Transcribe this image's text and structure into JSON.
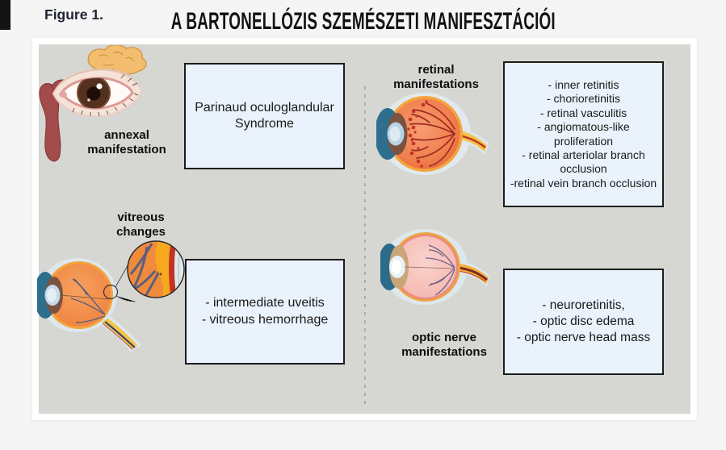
{
  "figure_label": "Figure 1.",
  "title": "A BARTONELLÓZIS SZEMÉSZETI MANIFESZTÁCIÓI",
  "colors": {
    "page_bg": "#f5f5f6",
    "card_bg": "#ffffff",
    "panel_bg": "#d6d6d3",
    "box_bg": "#eaf2fb",
    "box_border": "#1c1c1c",
    "divider": "#a8acac",
    "eyeball_orange": "#f08a4e",
    "eyeball_pink": "#f7c6c0",
    "gland_tan": "#f3bd70",
    "lymph_red": "#a34b4b",
    "vessel_dark_red": "#9e2b20",
    "optic_nerve_yellow": "#f6c445"
  },
  "sections": [
    {
      "id": "annexal",
      "label": "annexal manifestation",
      "illustration": "eye-with-swollen-lacrimal-gland-and-lymph-node",
      "box_lines": [
        "Parinaud oculoglandular Syndrome"
      ]
    },
    {
      "id": "retinal",
      "label": "retinal manifestations",
      "illustration": "eyeball-cross-section-with-retinal-lesions",
      "box_lines": [
        "- inner retinitis",
        "- chorioretinitis",
        "- retinal vasculitis",
        "- angiomatous-like proliferation",
        "- retinal arteriolar branch occlusion",
        "-retinal vein branch occlusion"
      ]
    },
    {
      "id": "vitreous",
      "label": "vitreous changes",
      "illustration": "eyeball-with-magnified-vitreous-detail",
      "box_lines": [
        "- intermediate uveitis",
        "- vitreous hemorrhage"
      ]
    },
    {
      "id": "optic",
      "label": "optic nerve manifestations",
      "illustration": "eyeball-cross-section-optic-nerve",
      "box_lines": [
        "- neuroretinitis,",
        "- optic disc edema",
        "- optic nerve head mass"
      ]
    }
  ]
}
